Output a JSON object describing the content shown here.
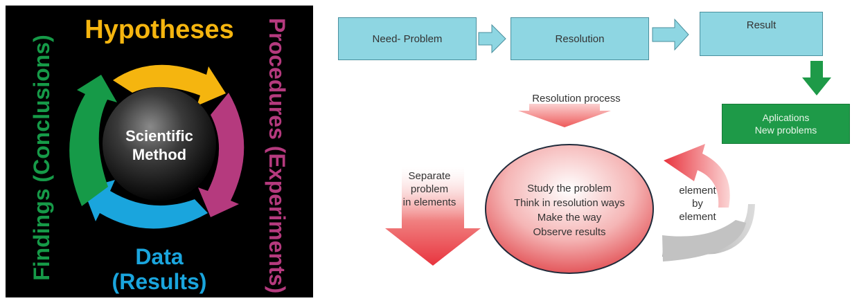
{
  "scientific_method": {
    "top_label": "Hypotheses",
    "right_label": "Procedures (Experiments)",
    "bottom_label_1": "Data",
    "bottom_label_2": "(Results)",
    "left_label": "Findings (Conclusions)",
    "center_line_1": "Scientific",
    "center_line_2": "Method",
    "colors": {
      "hypotheses": "#f5b50f",
      "procedures": "#b53a7e",
      "data": "#1aa5dd",
      "findings": "#169a48",
      "background": "#000000"
    }
  },
  "resolution_flow": {
    "box_need": "Need- Problem",
    "box_resolution": "Resolution",
    "box_result": "Result",
    "app_line_1": "Aplications",
    "app_line_2": "New problems",
    "resolution_process": "Resolution process",
    "separate_1": "Separate",
    "separate_2": "problem",
    "separate_3": "in elements",
    "element_1": "element",
    "element_2": "by",
    "element_3": "element",
    "oval_line_1": "Study the problem",
    "oval_line_2": "Think in resolution ways",
    "oval_line_3": "Make the way",
    "oval_line_4": "Observe results",
    "colors": {
      "box_fill": "#8ed6e2",
      "green": "#1e9a48",
      "red": "#e8343e"
    }
  }
}
